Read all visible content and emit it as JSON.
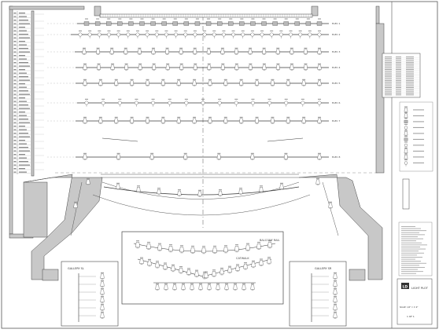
{
  "plot": {
    "line_labels": [
      "ELEC 1",
      "ELEC 2",
      "ELEC 3",
      "ELEC 4",
      "ELEC 5",
      "ELEC 6",
      "ELEC 7",
      "ELEC 8"
    ],
    "inset_labels": [
      "BALCONY RAIL",
      "CATWALK"
    ],
    "gallery_left": "GALLERY SL",
    "gallery_right": "GALLERY SR",
    "title_block": {
      "logo": "LD",
      "plot_name": "LIGHT PLOT",
      "scale": "SCALE: 1/4\" = 1'-0\"",
      "sheet": "1 OF 1"
    }
  },
  "colors": {
    "line": "#3a3a3a",
    "fill_gray": "#b8b8b8",
    "light_gray": "#d8d8d8",
    "background": "#ffffff"
  }
}
